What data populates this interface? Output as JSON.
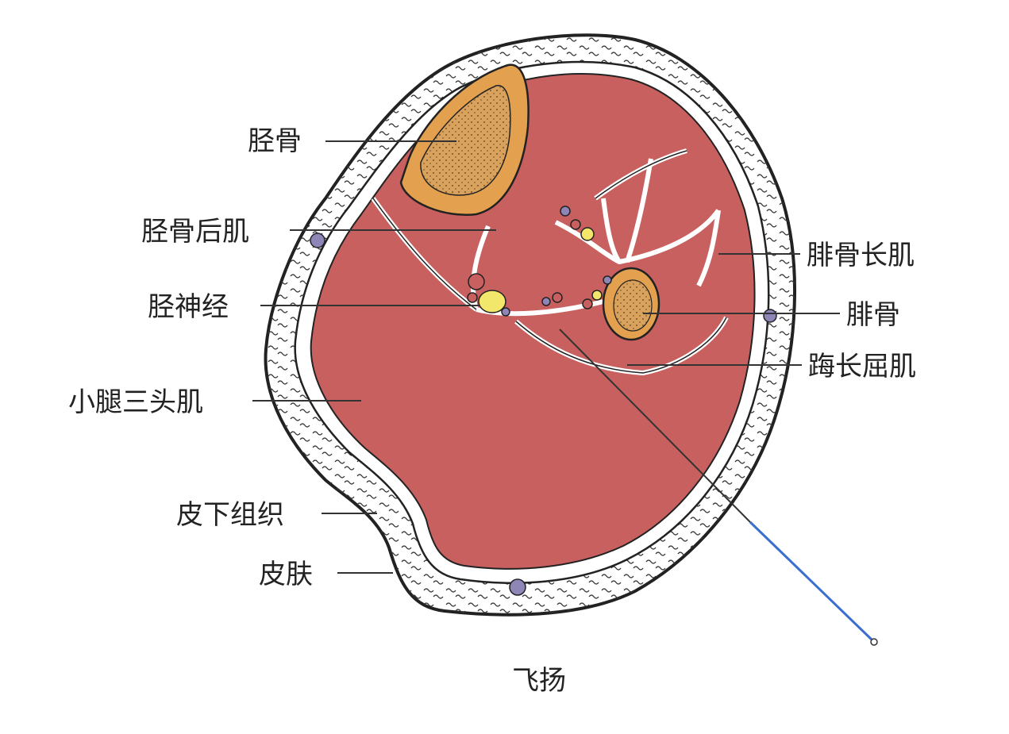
{
  "title": "飞扬",
  "labels": {
    "tibia": "胫骨",
    "tibialis_posterior": "胫骨后肌",
    "tibial_nerve": "胫神经",
    "triceps_surae": "小腿三头肌",
    "subcutaneous": "皮下组织",
    "skin": "皮肤",
    "peroneus_longus": "腓骨长肌",
    "fibula": "腓骨",
    "flexor_hallucis_longus": "踇长屈肌"
  },
  "colors": {
    "muscle": "#c8605f",
    "bone_cortex": "#e3a04e",
    "bone_marrow": "#d8a25c",
    "nerve": "#f2e76a",
    "vein": "#8f86b8",
    "needle": "#3a6fd0"
  }
}
